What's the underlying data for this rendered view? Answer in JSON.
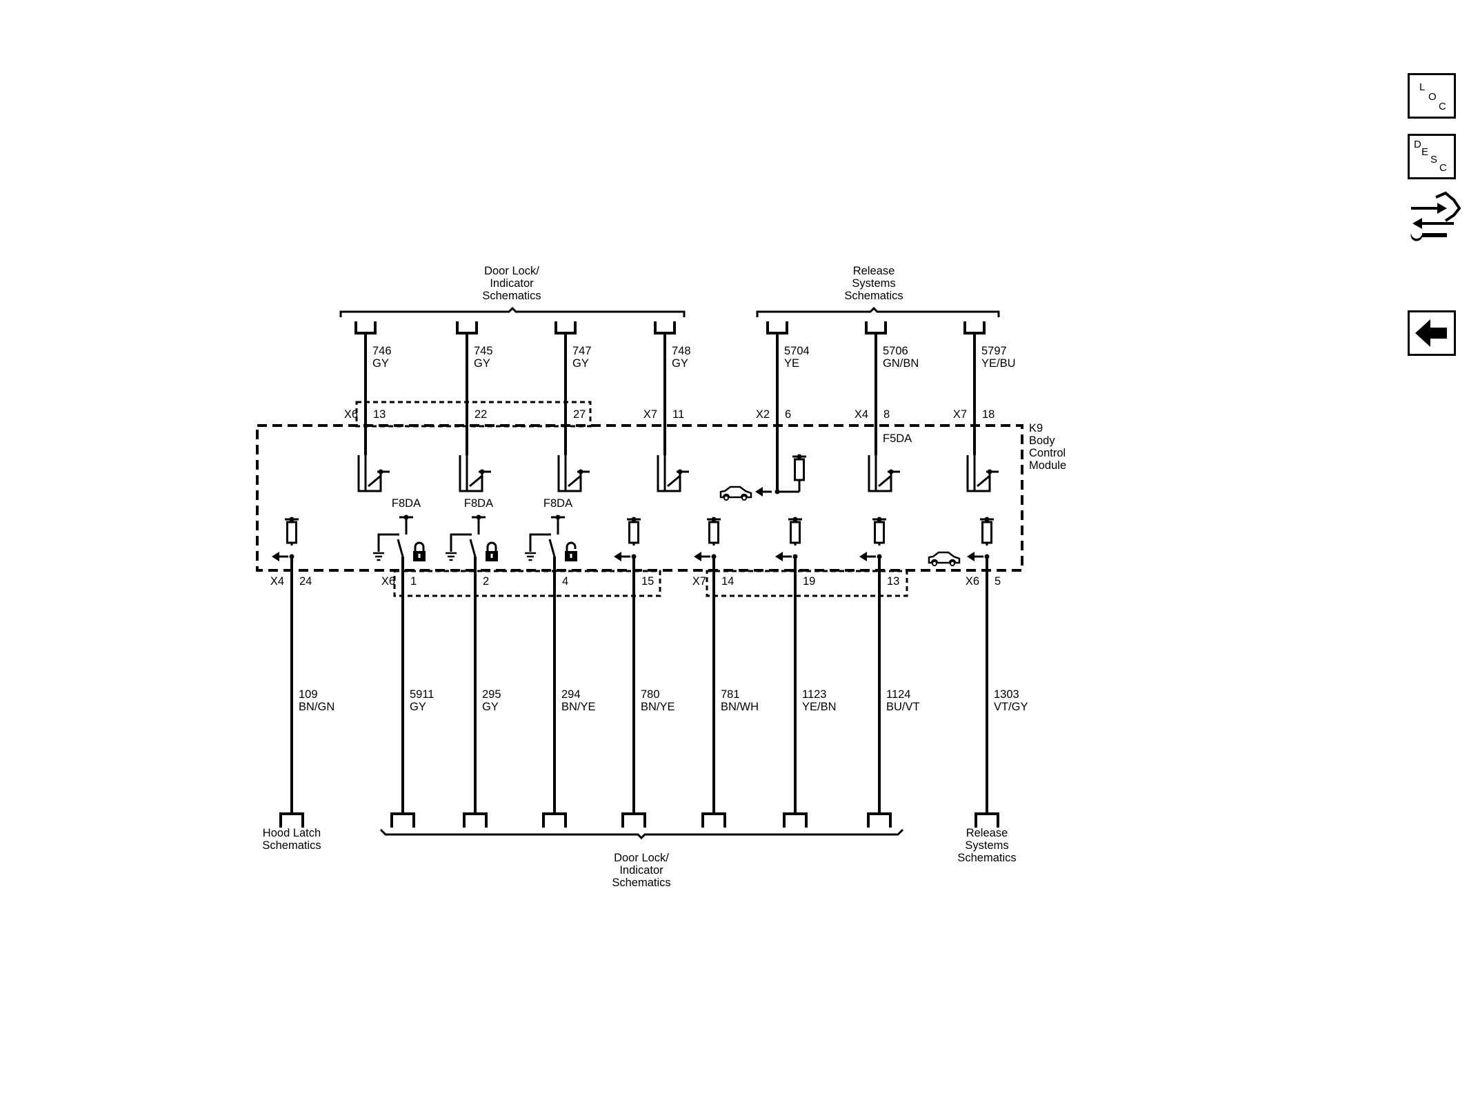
{
  "top_groups": [
    {
      "label": "Door Lock/\nIndicator\nSchematics"
    },
    {
      "label": "Release\nSystems\nSchematics"
    }
  ],
  "top_wires": [
    {
      "circuit": "746",
      "color": "GY",
      "pin": "13",
      "connector": "X6"
    },
    {
      "circuit": "745",
      "color": "GY",
      "pin": "22",
      "connector": ""
    },
    {
      "circuit": "747",
      "color": "GY",
      "pin": "27",
      "connector": ""
    },
    {
      "circuit": "748",
      "color": "GY",
      "pin": "11",
      "connector": "X7"
    },
    {
      "circuit": "5704",
      "color": "YE",
      "pin": "6",
      "connector": "X2"
    },
    {
      "circuit": "5706",
      "color": "GN/BN",
      "pin": "8",
      "connector": "X4"
    },
    {
      "circuit": "5797",
      "color": "YE/BU",
      "pin": "18",
      "connector": "X7"
    }
  ],
  "bottom_wires": [
    {
      "circuit": "109",
      "color": "BN/GN",
      "pin": "24",
      "connector": "X4",
      "fuse": ""
    },
    {
      "circuit": "5911",
      "color": "GY",
      "pin": "1",
      "connector": "X6",
      "fuse": "F8DA"
    },
    {
      "circuit": "295",
      "color": "GY",
      "pin": "2",
      "connector": "",
      "fuse": "F8DA"
    },
    {
      "circuit": "294",
      "color": "BN/YE",
      "pin": "4",
      "connector": "",
      "fuse": "F8DA"
    },
    {
      "circuit": "780",
      "color": "BN/YE",
      "pin": "15",
      "connector": "",
      "fuse": ""
    },
    {
      "circuit": "781",
      "color": "BN/WH",
      "pin": "14",
      "connector": "X7",
      "fuse": ""
    },
    {
      "circuit": "1123",
      "color": "YE/BN",
      "pin": "19",
      "connector": "",
      "fuse": ""
    },
    {
      "circuit": "1124",
      "color": "BU/VT",
      "pin": "13",
      "connector": "",
      "fuse": ""
    },
    {
      "circuit": "1303",
      "color": "VT/GY",
      "pin": "5",
      "connector": "X6",
      "fuse": ""
    }
  ],
  "module": {
    "label": "K9\nBody\nControl\nModule",
    "fuse_top": "F5DA"
  },
  "bottom_destinations": [
    {
      "label": "Hood Latch\nSchematics"
    },
    {
      "label": "Door Lock/\nIndicator\nSchematics"
    },
    {
      "label": "Release\nSystems\nSchematics"
    }
  ],
  "nav": {
    "loc": [
      "L",
      "O",
      "C"
    ],
    "desc": [
      "D",
      "E",
      "S",
      "C"
    ],
    "connector_icon": "connector-wrench-icon",
    "back_icon": "back-arrow-icon"
  }
}
